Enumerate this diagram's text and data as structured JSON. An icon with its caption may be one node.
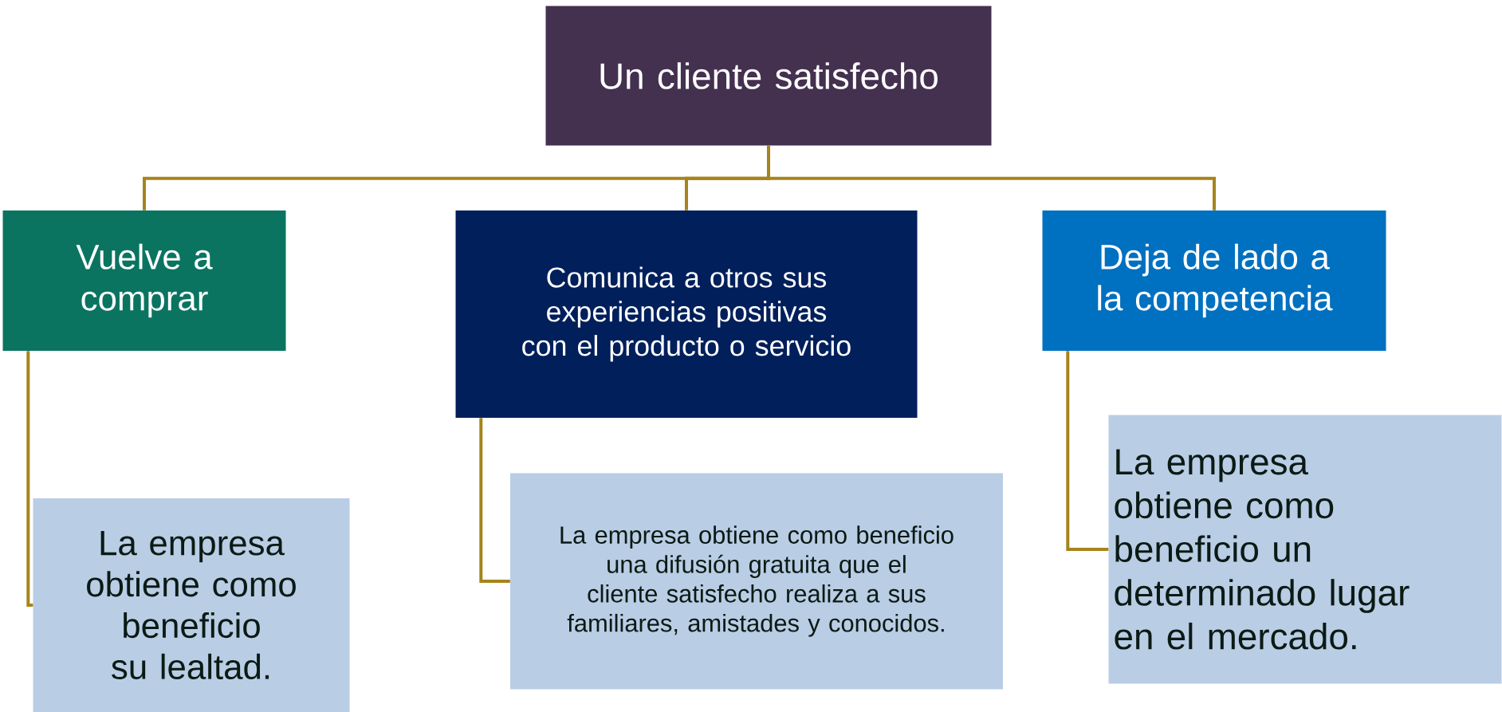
{
  "diagram": {
    "nodes": [
      {
        "text": [
          "Un cliente satisfecho"
        ]
      },
      {
        "text": [
          "Vuelve a comprar"
        ]
      },
      {
        "text": [
          "Comunica a otros sus experiencias positivas con el producto o servicio"
        ]
      },
      {
        "text": [
          "Deja de lado a la competencia"
        ]
      },
      {
        "text": [
          "La empresa obtiene como beneficio su lealtad."
        ]
      },
      {
        "text": [
          "La empresa obtiene como beneficio una difusión gratuita que el cliente satisfecho realiza a sus familiares, amistades y conocidos."
        ]
      },
      {
        "text": [
          "La empresa obtiene como beneficio un determinado lugar en el mercado."
        ]
      }
    ],
    "edges": [
      {
        "from": 0,
        "to": 1,
        "arrow": "none"
      },
      {
        "from": 0,
        "to": 2,
        "arrow": "none"
      },
      {
        "from": 0,
        "to": 3,
        "arrow": "none"
      },
      {
        "from": 1,
        "to": 4,
        "arrow": "none"
      },
      {
        "from": 2,
        "to": 5,
        "arrow": "none"
      },
      {
        "from": 3,
        "to": 6,
        "arrow": "none"
      }
    ]
  }
}
